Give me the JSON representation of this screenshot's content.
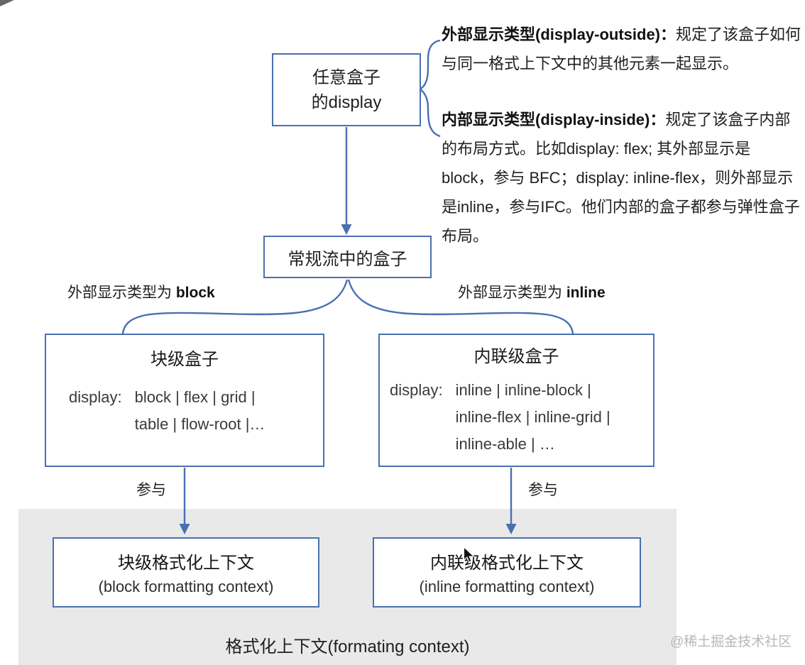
{
  "colors": {
    "line": "#4a70b0",
    "text": "#1f1f1f",
    "muted": "#3a3a3a",
    "band": "#e9e9e9",
    "watermark": "#b7b7b7"
  },
  "top_box": {
    "line1": "任意盒子",
    "line2": "的display"
  },
  "annotation": {
    "outside_bold": "外部显示类型(display-outside)：",
    "outside_text": "规定了该盒子如何与同一格式上下文中的其他元素一起显示。",
    "inside_bold": "内部显示类型(display-inside)：",
    "inside_text": "规定了该盒子内部的布局方式。比如display: flex; 其外部显示是block，参与 BFC；display: inline-flex，则外部显示是inline，参与IFC。他们内部的盒子都参与弹性盒子布局。"
  },
  "flow_box": {
    "label": "常规流中的盒子"
  },
  "branches": {
    "left_text": "外部显示类型为 ",
    "left_bold": "block",
    "right_text": "外部显示类型为 ",
    "right_bold": "inline"
  },
  "block_box": {
    "title": "块级盒子",
    "label": "display:",
    "lines": [
      "block | flex | grid |",
      "table | flow-root |…"
    ]
  },
  "inline_box": {
    "title": "内联级盒子",
    "label": "display:",
    "lines": [
      "inline | inline-block |",
      "inline-flex | inline-grid |",
      "inline-able | …"
    ]
  },
  "participate": {
    "left": "参与",
    "right": "参与"
  },
  "bfc_box": {
    "title": "块级格式化上下文",
    "subtitle": "(block formatting context)"
  },
  "ifc_box": {
    "title": "内联级格式化上下文",
    "subtitle": "(inline formatting context)"
  },
  "caption": "格式化上下文(formating context)",
  "watermark": "@稀土掘金技术社区"
}
